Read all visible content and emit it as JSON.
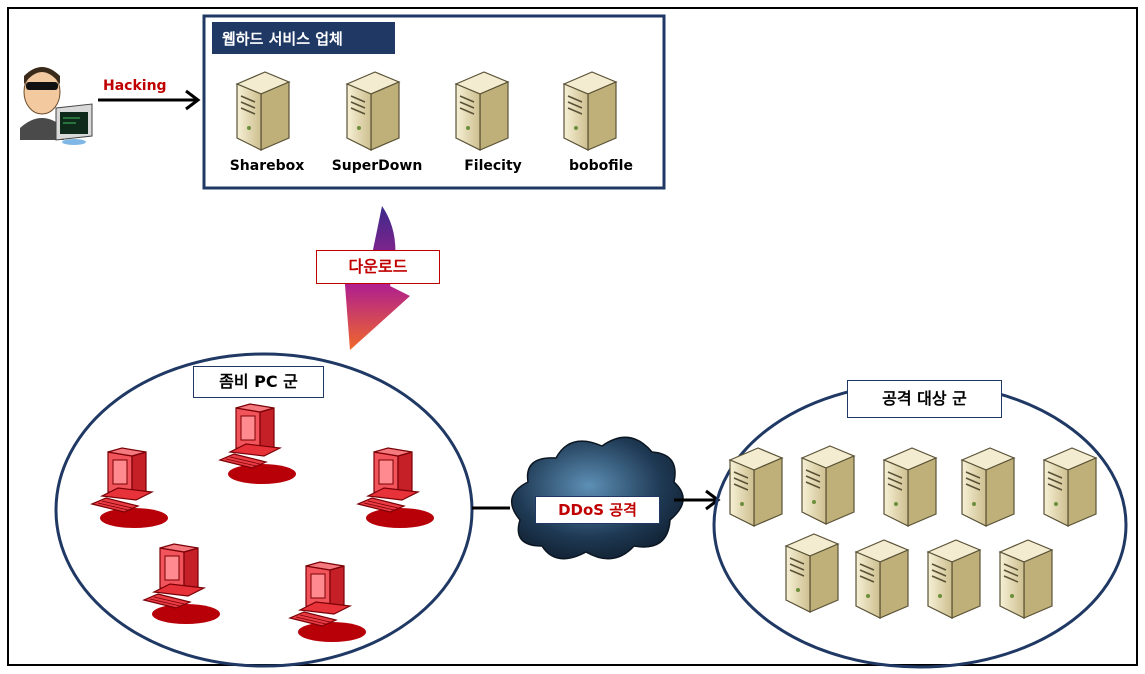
{
  "labels": {
    "hacking": "Hacking",
    "webhard_group": "웹하드 서비스 업체",
    "download": "다운로드",
    "zombie_group": "좀비 PC 군",
    "attack": "DDoS 공격",
    "target_group": "공격 대상 군"
  },
  "services": [
    "Sharebox",
    "SuperDown",
    "Filecity",
    "bobofile"
  ],
  "colors": {
    "frame": "#000000",
    "group_border": "#1f3864",
    "accent_red": "#c00000",
    "server_body": "#e9dfb8",
    "zombie_red": "#e8323a"
  }
}
